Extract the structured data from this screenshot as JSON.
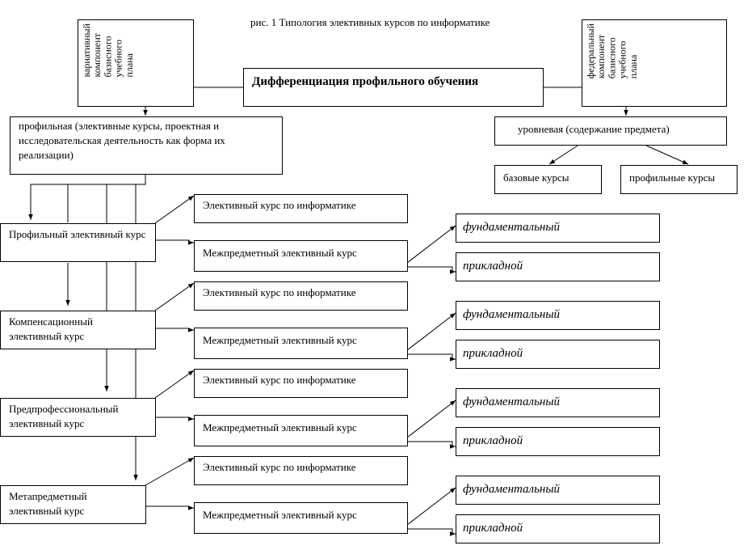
{
  "figure": {
    "caption": "рис. 1 Типология элективных курсов по информатике"
  },
  "root": {
    "label": "Дифференциация профильного обучения"
  },
  "side_labels": {
    "variative": [
      "вариативный",
      "компонент",
      "базисного",
      "учебного",
      "плана"
    ],
    "federal": [
      "федеральный",
      "компонент",
      "базисного",
      "учебного",
      "плана"
    ]
  },
  "branches": {
    "profile": "профильная (элективные курсы, проектная и исследовательская деятельность как форма их реализации)",
    "level": "уровневая (содержание предмета)",
    "base_courses": "базовые курсы",
    "profile_courses": "профильные курсы"
  },
  "course_types": [
    {
      "label": "Профильный элективный курс",
      "informatics": "Элективный курс по информатике",
      "interdisciplinary": "Межпредметный элективный курс",
      "fundamental": "фундаментальный",
      "applied": "прикладной"
    },
    {
      "label": "Компенсационный элективный курс",
      "informatics": "Элективный курс по информатике",
      "interdisciplinary": "Межпредметный элективный курс",
      "fundamental": "фундаментальный",
      "applied": "прикладной"
    },
    {
      "label": "Предпрофессиональный элективный курс",
      "informatics": "Элективный курс по информатике",
      "interdisciplinary": "Межпредметный элективный курс",
      "fundamental": "фундаментальный",
      "applied": "прикладной"
    },
    {
      "label": "Метапредметный элективный курс",
      "informatics": "Элективный курс по информатике",
      "interdisciplinary": "Межпредметный элективный курс",
      "fundamental": "фундаментальный",
      "applied": "прикладной"
    }
  ]
}
